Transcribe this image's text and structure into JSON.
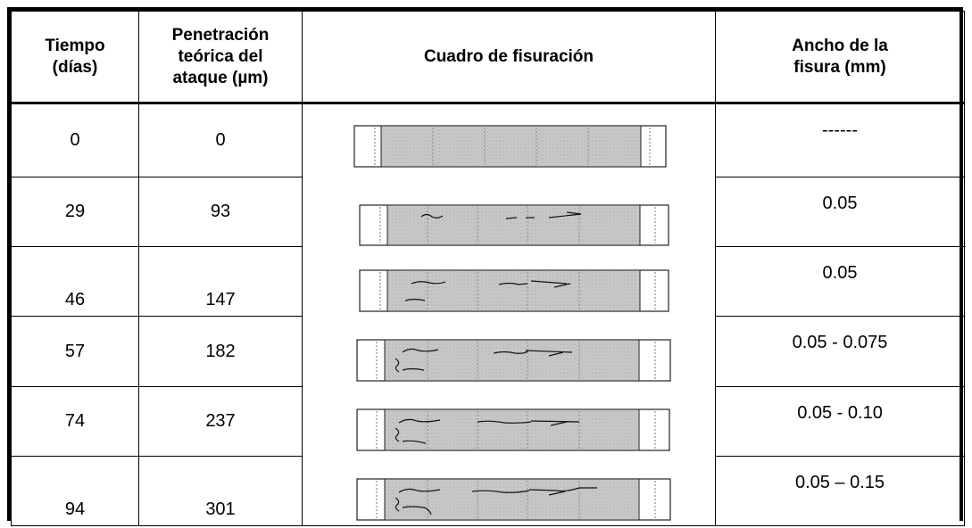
{
  "table": {
    "headers": {
      "tiempo": [
        "Tiempo",
        "(días)"
      ],
      "penetracion": [
        "Penetración",
        "teórica del",
        "ataque (µm)"
      ],
      "cuadro": "Cuadro de fisuración",
      "ancho": [
        "Ancho de la",
        "fisura (mm)"
      ]
    },
    "rows": [
      {
        "tiempo": "0",
        "penetracion": "0",
        "ancho": "------"
      },
      {
        "tiempo": "29",
        "penetracion": "93",
        "ancho": "0.05"
      },
      {
        "tiempo": "46",
        "penetracion": "147",
        "ancho": "0.05"
      },
      {
        "tiempo": "57",
        "penetracion": "182",
        "ancho": "0.05 - 0.075"
      },
      {
        "tiempo": "74",
        "penetracion": "237",
        "ancho": "0.05 - 0.10"
      },
      {
        "tiempo": "94",
        "penetracion": "301",
        "ancho": "0.05 – 0.15"
      }
    ]
  }
}
